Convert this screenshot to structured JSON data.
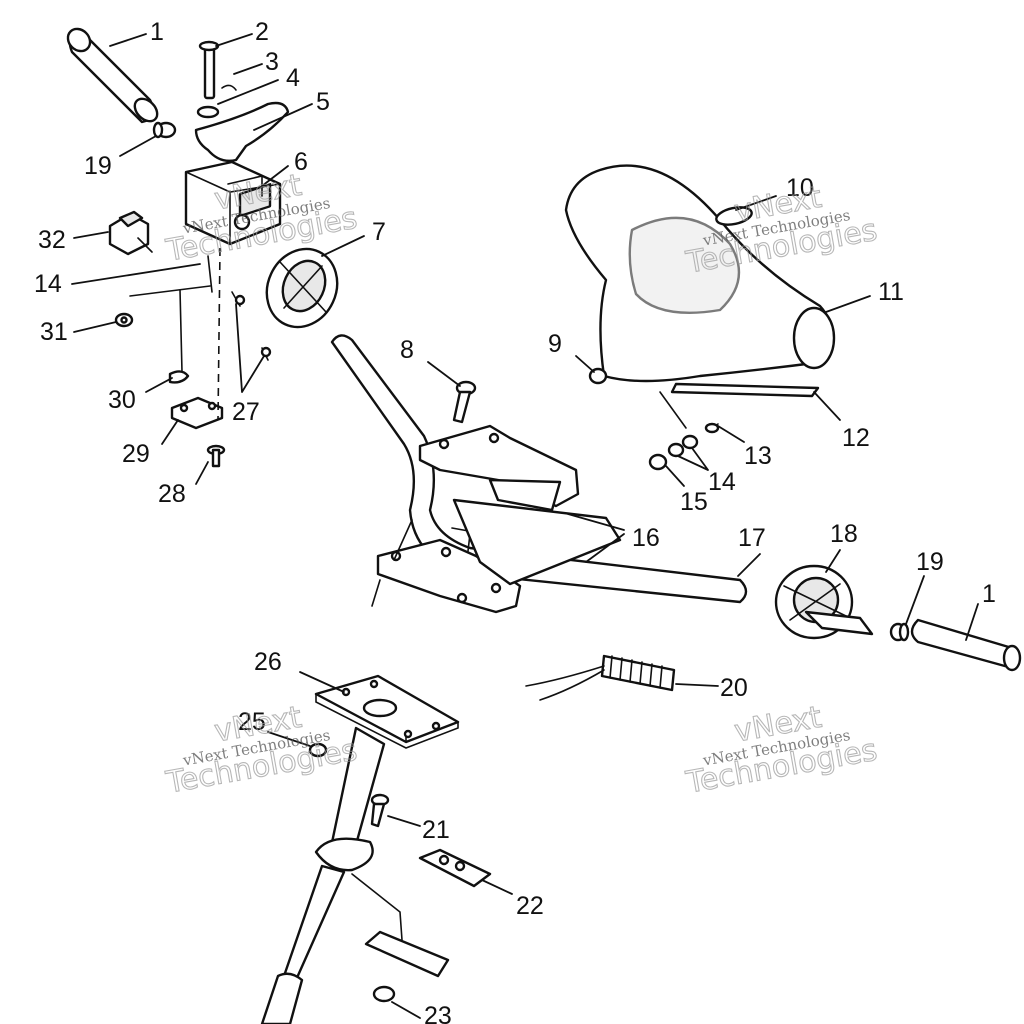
{
  "diagram": {
    "callouts": [
      {
        "id": "c1a",
        "label": "1"
      },
      {
        "id": "c2",
        "label": "2"
      },
      {
        "id": "c3",
        "label": "3"
      },
      {
        "id": "c4",
        "label": "4"
      },
      {
        "id": "c5",
        "label": "5"
      },
      {
        "id": "c19a",
        "label": "19"
      },
      {
        "id": "c6",
        "label": "6"
      },
      {
        "id": "c32",
        "label": "32"
      },
      {
        "id": "c7",
        "label": "7"
      },
      {
        "id": "c14a",
        "label": "14"
      },
      {
        "id": "c31",
        "label": "31"
      },
      {
        "id": "c30",
        "label": "30"
      },
      {
        "id": "c27",
        "label": "27"
      },
      {
        "id": "c29",
        "label": "29"
      },
      {
        "id": "c28",
        "label": "28"
      },
      {
        "id": "c8",
        "label": "8"
      },
      {
        "id": "c9",
        "label": "9"
      },
      {
        "id": "c10",
        "label": "10"
      },
      {
        "id": "c11",
        "label": "11"
      },
      {
        "id": "c12",
        "label": "12"
      },
      {
        "id": "c13",
        "label": "13"
      },
      {
        "id": "c14b",
        "label": "14"
      },
      {
        "id": "c15",
        "label": "15"
      },
      {
        "id": "c16",
        "label": "16"
      },
      {
        "id": "c17",
        "label": "17"
      },
      {
        "id": "c18",
        "label": "18"
      },
      {
        "id": "c19b",
        "label": "19"
      },
      {
        "id": "c1b",
        "label": "1"
      },
      {
        "id": "c20",
        "label": "20"
      },
      {
        "id": "c26",
        "label": "26"
      },
      {
        "id": "c25",
        "label": "25"
      },
      {
        "id": "c21",
        "label": "21"
      },
      {
        "id": "c22",
        "label": "22"
      },
      {
        "id": "c23",
        "label": "23"
      }
    ]
  },
  "watermark": {
    "brand_line": "vNext Technologies",
    "word_vnext": "vNext",
    "word_technologies": "Technologies"
  }
}
